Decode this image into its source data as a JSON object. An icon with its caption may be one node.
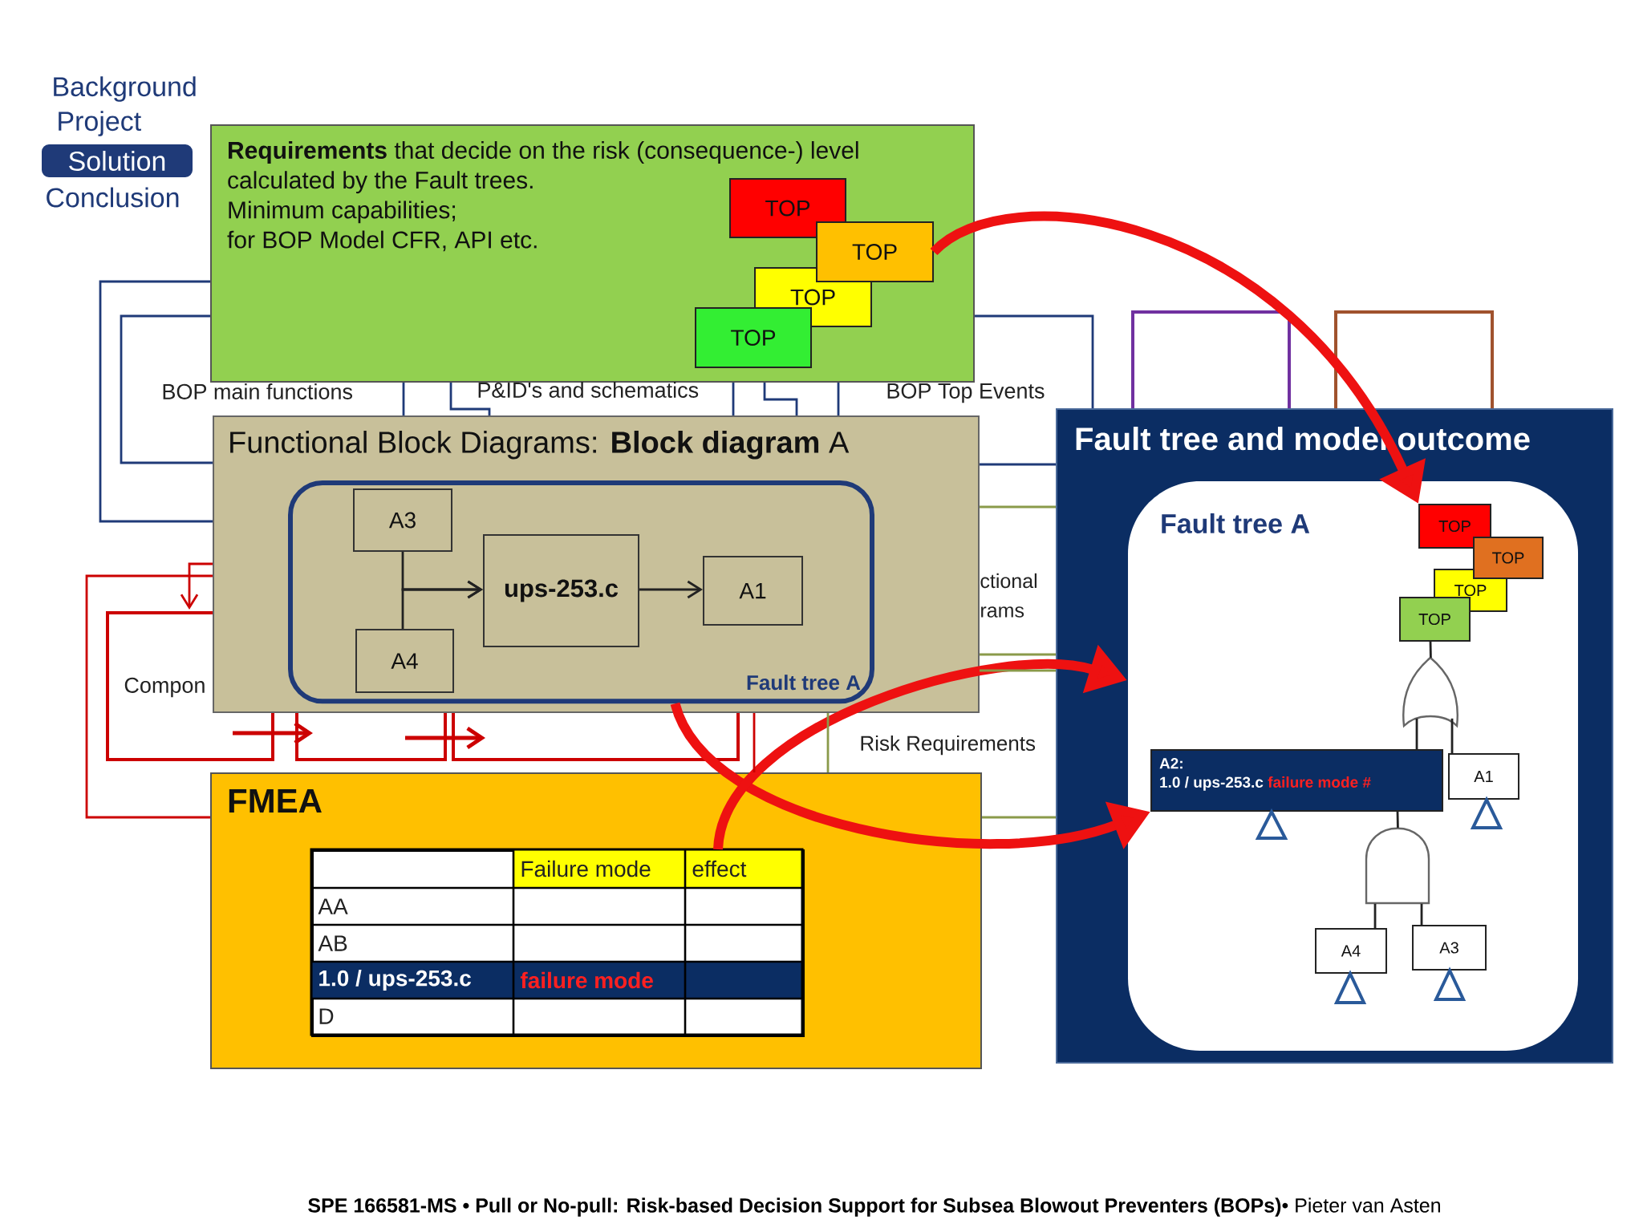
{
  "diagram": {
    "caption": "**SPE 166581-MS • Pull or No-pull: Risk-based Decision Support for Subsea Blowout Preventers (BOPs)**• Pieter van Asten",
    "nodes": [
      {
        "text": [
          "Solution"
        ]
      },
      {
        "text": [
          "**Requirements** that decide on the risk (consequence-) level calculated by the Fault trees.",
          "Minimum capabilities;",
          "for BOP Model CFR, API etc."
        ]
      },
      {
        "text": [
          "TOP"
        ],
        "in": 1
      },
      {
        "text": [
          "TOP"
        ],
        "in": 1
      },
      {
        "text": [
          "TOP"
        ],
        "in": 1
      },
      {
        "text": [
          "TOP"
        ],
        "in": 1
      },
      {
        "text": [
          "Functional Block Diagrams: **Block diagram** A"
        ]
      },
      {
        "text": [
          "Fault tree A"
        ],
        "in": 6
      },
      {
        "text": [
          "A3"
        ],
        "in": 7
      },
      {
        "text": [
          "ups-253.c"
        ],
        "in": 7
      },
      {
        "text": [
          "A1"
        ],
        "in": 7
      },
      {
        "text": [
          "A4"
        ],
        "in": 7
      },
      {
        "text": [
          "FMEA"
        ]
      },
      {
        "text": [
          "Failure mode",
          "effect",
          "AA",
          "AB",
          "1.0 / ups-253.c",
          "failure mode",
          "D"
        ],
        "in": 12
      },
      {
        "text": [
          "Fault tree and model outcome"
        ]
      },
      {
        "text": [
          "Fault tree A"
        ],
        "in": 14
      },
      {
        "text": [
          "TOP"
        ],
        "in": 15
      },
      {
        "text": [
          "TOP"
        ],
        "in": 15
      },
      {
        "text": [
          "TOP"
        ],
        "in": 15
      },
      {
        "text": [
          "TOP"
        ],
        "in": 15
      },
      {
        "text": [],
        "shape": "gate",
        "in": 15
      },
      {
        "text": [
          "A2:",
          "1.0 / ups-253.c",
          "failure mode #"
        ],
        "in": 15
      },
      {
        "text": [
          "A1"
        ],
        "in": 15
      },
      {
        "text": [],
        "shape": "gate",
        "in": 15
      },
      {
        "text": [
          "A4"
        ],
        "in": 15
      },
      {
        "text": [
          "A3"
        ],
        "in": 15
      }
    ],
    "edges": [
      {
        "from": 8,
        "to": 9,
        "arrow": "to"
      },
      {
        "from": 11,
        "to": 9,
        "arrow": "to"
      },
      {
        "from": 9,
        "to": 10,
        "arrow": "to"
      },
      {
        "from": 3,
        "to": 16,
        "arrow": "to",
        "style": "thick",
        "color": "#ee1111"
      },
      {
        "from": 7,
        "to": 21,
        "arrow": "to",
        "style": "thick",
        "color": "#ee1111"
      },
      {
        "from": 13,
        "to": 15,
        "arrow": "to",
        "style": "thick",
        "color": "#ee1111"
      },
      {
        "from": 19,
        "to": 20,
        "arrow": "none"
      },
      {
        "from": 20,
        "to": 21,
        "arrow": "none"
      },
      {
        "from": 20,
        "to": 22,
        "arrow": "none"
      },
      {
        "from": 21,
        "to": 23,
        "arrow": "none"
      },
      {
        "from": 23,
        "to": 24,
        "arrow": "none"
      },
      {
        "from": 23,
        "to": 25,
        "arrow": "none"
      },
      {
        "from": 1,
        "to": 6,
        "arrow": "none",
        "color": "#1f3a78"
      },
      {
        "from": 1,
        "to": 6,
        "arrow": "none",
        "color": "#1f3a78"
      },
      {
        "from": 1,
        "to": 6,
        "arrow": "none",
        "color": "#1f3a78"
      },
      {
        "from": 1,
        "to": 6,
        "arrow": "none",
        "color": "#1f3a78"
      },
      {
        "from": 1,
        "to": 6,
        "arrow": "none",
        "color": "#1f3a78"
      },
      {
        "from": 1,
        "to": 6,
        "arrow": "none",
        "color": "#1f3a78"
      },
      {
        "from": 1,
        "to": 6,
        "arrow": "none",
        "color": "#1f3a78"
      },
      {
        "from": 1,
        "to": 14,
        "arrow": "none",
        "color": "#1f3a78"
      },
      {
        "from": 6,
        "to": 14,
        "arrow": "none",
        "color": "#1f3a78"
      },
      {
        "from": 6,
        "to": 12,
        "arrow": "none",
        "color": "#cc0000"
      },
      {
        "from": 6,
        "to": 12,
        "arrow": "none",
        "color": "#cc0000"
      },
      {
        "from": 6,
        "to": null,
        "arrow": "to",
        "color": "#cc0000"
      },
      {
        "from": 6,
        "to": 14,
        "arrow": "none",
        "color": "#8a9a4a"
      },
      {
        "from": 6,
        "to": 14,
        "arrow": "none",
        "color": "#8a9a4a"
      },
      {
        "from": 6,
        "to": 14,
        "arrow": "none",
        "color": "#8a9a4a"
      },
      {
        "from": 6,
        "to": 12,
        "arrow": "none",
        "color": "#8a9a4a"
      },
      {
        "from": 12,
        "to": 14,
        "arrow": "none",
        "color": "#8a9a4a"
      }
    ],
    "labels": [
      "Background",
      "Project",
      "Conclusion",
      "BOP main functions",
      "P&ID's and schematics",
      "BOP Top Events",
      "ctional",
      "rams",
      "Compon",
      "Risk Requirements"
    ]
  }
}
